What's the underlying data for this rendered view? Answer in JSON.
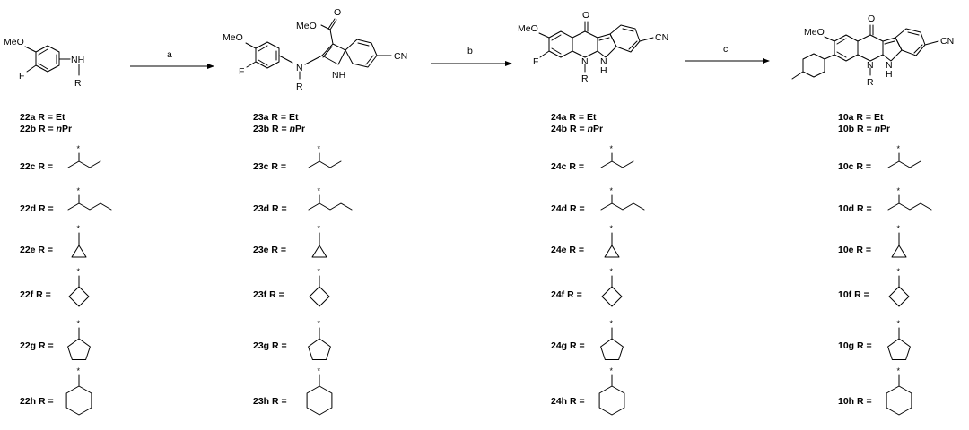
{
  "atoms": {
    "meo": "MeO",
    "meo_ester": "MeO",
    "f": "F",
    "nh": "NH",
    "n": "N",
    "h": "H",
    "r": "R",
    "o": "O",
    "cn": "CN",
    "star": "*"
  },
  "arrows": {
    "a": "a",
    "b": "b",
    "c": "c"
  },
  "rows_ab": [
    {
      "prefix": "a",
      "text": " R = Et"
    },
    {
      "prefix": "b",
      "text": " R = ",
      "italic": "n",
      "suffix": "Pr"
    }
  ],
  "compounds": [
    "22",
    "23",
    "24",
    "10"
  ],
  "rows": [
    {
      "suffix": "c",
      "label": " R ="
    },
    {
      "suffix": "d",
      "label": " R ="
    },
    {
      "suffix": "e",
      "label": " R ="
    },
    {
      "suffix": "f",
      "label": " R ="
    },
    {
      "suffix": "g",
      "label": " R ="
    },
    {
      "suffix": "h",
      "label": " R ="
    }
  ]
}
